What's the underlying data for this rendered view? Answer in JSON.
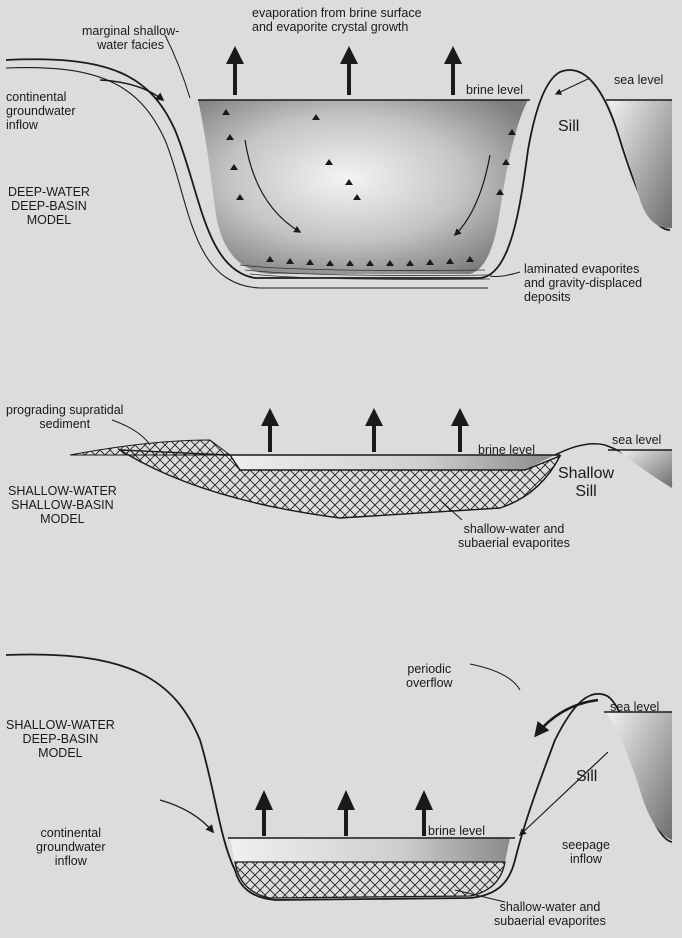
{
  "colors": {
    "paper": "#dcdcdc",
    "ink": "#1a1a1a",
    "brine_light": "#f2f2f2",
    "brine_dark": "#7a7a7a"
  },
  "panel1": {
    "top_arrows_label": "evaporation from brine surface\nand evaporite crystal growth",
    "marginal_label": "marginal shallow-\nwater facies",
    "inflow_label": "continental\ngroundwater\ninflow",
    "model_label": "DEEP-WATER\nDEEP-BASIN\nMODEL",
    "brine_label": "brine level",
    "sea_label": "sea level",
    "sill_label": "Sill",
    "deposits_label": "laminated evaporites\nand gravity-displaced\ndeposits"
  },
  "panel2": {
    "sediment_label": "prograding supratidal\nsediment",
    "model_label": "SHALLOW-WATER\nSHALLOW-BASIN\nMODEL",
    "brine_label": "brine level",
    "sea_label": "sea level",
    "sill_label": "Shallow\nSill",
    "evaporites_label": "shallow-water and\nsubaerial evaporites"
  },
  "panel3": {
    "overflow_label": "periodic\noverflow",
    "model_label": "SHALLOW-WATER\nDEEP-BASIN\nMODEL",
    "sea_label": "sea level",
    "sill_label": "Sill",
    "inflow_label": "continental\ngroundwater\ninflow",
    "brine_label": "brine level",
    "seepage_label": "seepage\ninflow",
    "evaporites_label": "shallow-water and\nsubaerial evaporites"
  }
}
